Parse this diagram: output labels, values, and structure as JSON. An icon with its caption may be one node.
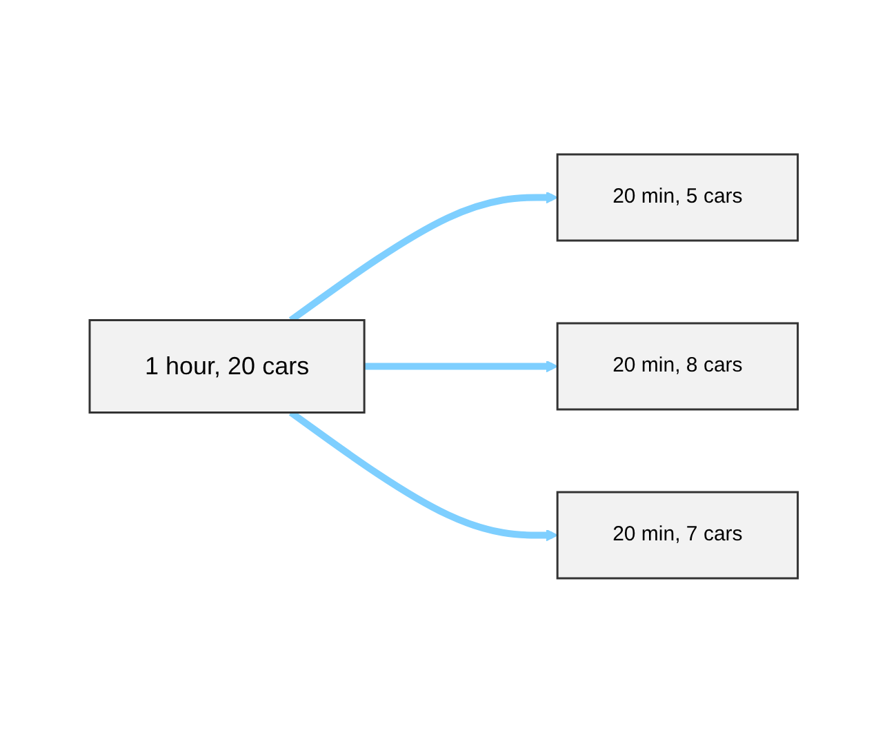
{
  "diagram": {
    "nodes": [
      {
        "text": [
          "1 hour, 20 cars"
        ]
      },
      {
        "text": [
          "20 min, 5 cars"
        ]
      },
      {
        "text": [
          "20 min, 8 cars"
        ]
      },
      {
        "text": [
          "20 min, 7 cars"
        ]
      }
    ],
    "edges": [
      {
        "from": 0,
        "to": 1,
        "arrow": "to"
      },
      {
        "from": 0,
        "to": 2,
        "arrow": "to"
      },
      {
        "from": 0,
        "to": 3,
        "arrow": "to"
      }
    ]
  }
}
